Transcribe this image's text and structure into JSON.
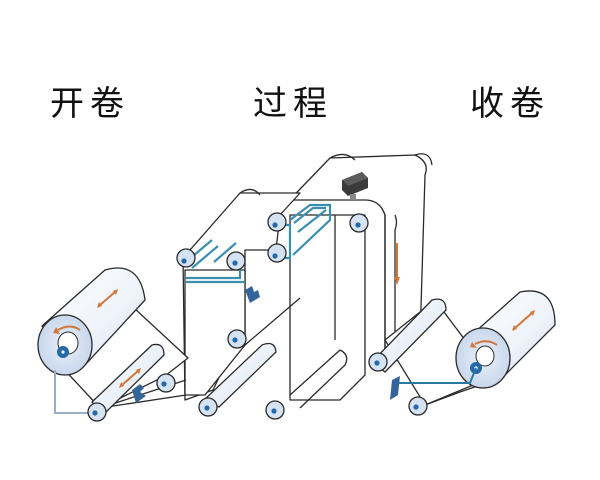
{
  "labels": {
    "unwind": "开卷",
    "process": "过程",
    "rewind": "收卷"
  },
  "colors": {
    "web_outline": "#2a2a2a",
    "roller_fill": "#d4e2f2",
    "roller_hub": "#2569a8",
    "guide_line": "#3a8fb0",
    "direction_arrow": "#d2773a",
    "sensor": "#34659a",
    "print_head": "#3b3b3b"
  },
  "components": {
    "unwind_roll": "unwind-roll",
    "rewind_roll": "rewind-roll",
    "print_head": "print-head",
    "sensors": [
      "unwind-edge-sensor",
      "process-edge-sensor",
      "rewind-edge-sensor"
    ]
  }
}
